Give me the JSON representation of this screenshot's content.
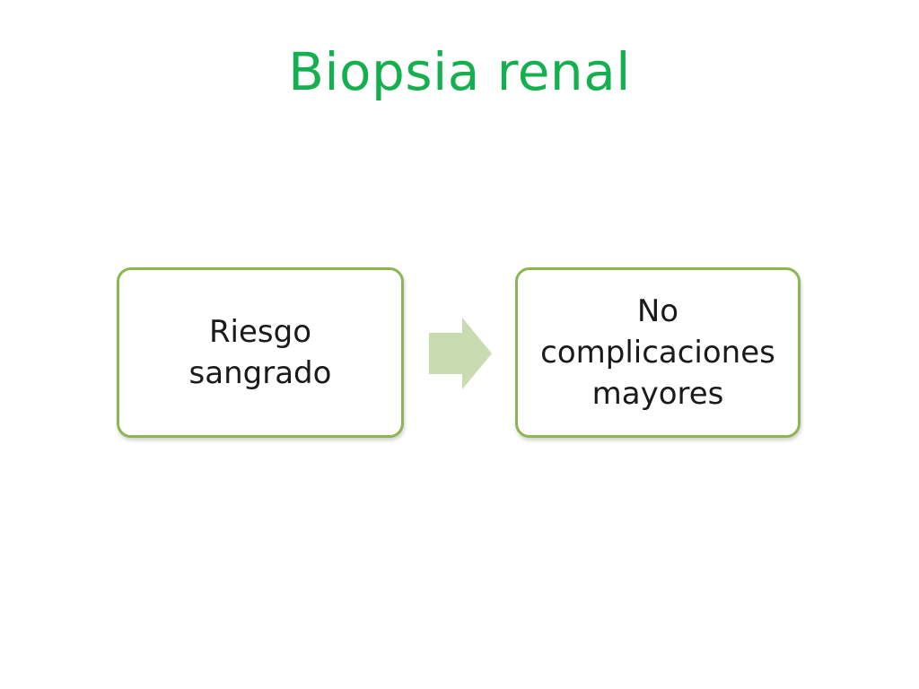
{
  "slide": {
    "title": "Biopsia renal"
  },
  "diagram": {
    "steps": [
      {
        "label": "Riesgo\nsangrado"
      },
      {
        "label": "No\ncomplicaciones\nmayores"
      }
    ],
    "colors": {
      "title": "#14b04f",
      "box_border": "#8db554",
      "arrow_fill": "#c9dcb1",
      "text": "#1a1a1a"
    },
    "connector_icon": "right-arrow-icon"
  }
}
